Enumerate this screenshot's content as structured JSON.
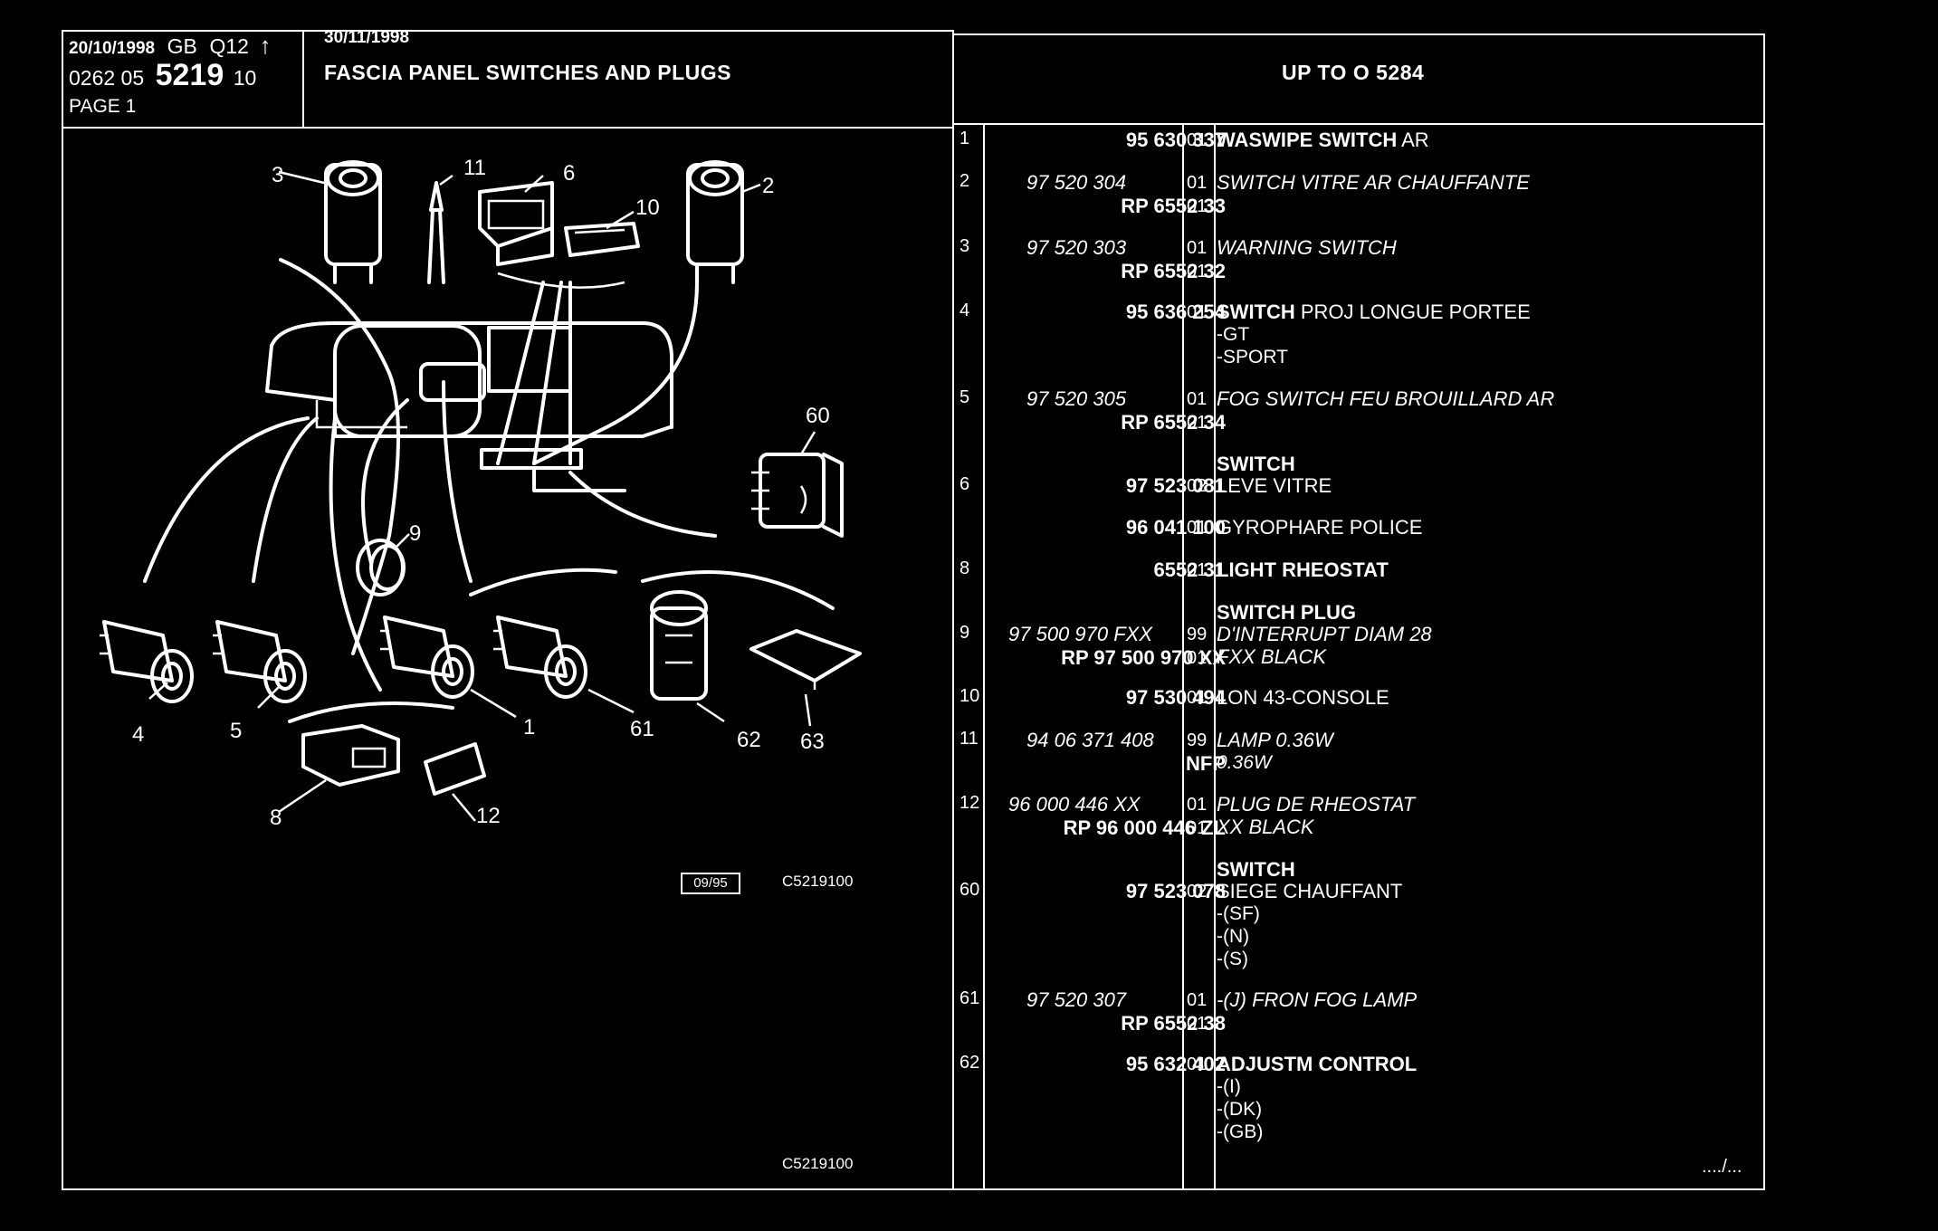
{
  "header": {
    "date1": "20/10/1998",
    "lang": "GB",
    "code": "Q12",
    "arrow": "↑",
    "date2": "30/11/1998",
    "ref_prefix": "0262 05",
    "ref_main": "5219",
    "ref_suffix": "10",
    "page": "PAGE 1",
    "title": "FASCIA PANEL SWITCHES AND PLUGS",
    "applicability": "UP TO O  5284"
  },
  "diagram": {
    "callouts": [
      "3",
      "11",
      "6",
      "10",
      "2",
      "60",
      "9",
      "4",
      "5",
      "1",
      "61",
      "62",
      "63",
      "8",
      "12"
    ],
    "box_label": "09/95",
    "ref_code": "C5219100",
    "bottom_code": "C5219100"
  },
  "parts": [
    {
      "num": "1",
      "pn": [
        "95 630 337"
      ],
      "qty": [
        "01"
      ],
      "desc": [
        {
          "b": "WASWIPE SWITCH",
          "t": " AR"
        }
      ]
    },
    {
      "num": "2",
      "pn": [
        "97 520 304",
        "RP  6552 33"
      ],
      "qty": [
        "01",
        "01"
      ],
      "desc": [
        {
          "i": "SWITCH VITRE AR CHAUFFANTE"
        }
      ]
    },
    {
      "num": "3",
      "pn": [
        "97 520 303",
        "RP  6552 32"
      ],
      "qty": [
        "01",
        "01"
      ],
      "desc": [
        {
          "i": "WARNING SWITCH"
        }
      ]
    },
    {
      "num": "4",
      "pn": [
        "95 636 254"
      ],
      "qty": [
        "01"
      ],
      "desc": [
        {
          "b": "SWITCH",
          "t": " PROJ LONGUE PORTEE"
        },
        {
          "t": "-GT"
        },
        {
          "t": "-SPORT"
        }
      ]
    },
    {
      "num": "5",
      "pn": [
        "97 520 305",
        "RP  6552 34"
      ],
      "qty": [
        "01",
        "01"
      ],
      "desc": [
        {
          "i": "FOG SWITCH FEU BROUILLARD AR"
        }
      ]
    },
    {
      "num": "6",
      "pn": [
        "97 523 081"
      ],
      "qty": [
        "02"
      ],
      "desc_pre": "SWITCH",
      "desc": [
        {
          "t": "LEVE VITRE"
        }
      ]
    },
    {
      "num": "",
      "pn": [
        "96 041 100"
      ],
      "qty": [
        "01"
      ],
      "desc": [
        {
          "t": "GYROPHARE POLICE"
        }
      ]
    },
    {
      "num": "8",
      "pn": [
        "6552 31"
      ],
      "qty": [
        "01"
      ],
      "desc": [
        {
          "b": "LIGHT RHEOSTAT"
        }
      ]
    },
    {
      "num": "9",
      "pn": [
        "97 500 970 FXX",
        "RP  97 500 970 XX"
      ],
      "qty": [
        "99",
        "01"
      ],
      "desc_pre": "SWITCH PLUG",
      "desc": [
        {
          "i": "D'INTERRUPT DIAM 28"
        },
        {
          "i": "FXX BLACK"
        }
      ]
    },
    {
      "num": "10",
      "pn": [
        "97 530 494"
      ],
      "qty": [
        "01"
      ],
      "desc": [
        {
          "t": "LON 43-CONSOLE"
        }
      ]
    },
    {
      "num": "11",
      "pn": [
        "94 06 371 408",
        "NFP"
      ],
      "qty": [
        "99"
      ],
      "desc": [
        {
          "i": "LAMP 0.36W"
        },
        {
          "i": "0.36W"
        }
      ]
    },
    {
      "num": "12",
      "pn": [
        "96 000 446 XX",
        "RP  96 000 446 ZL"
      ],
      "qty": [
        "01",
        "01"
      ],
      "desc": [
        {
          "i": "PLUG DE RHEOSTAT"
        },
        {
          "i": "XX BLACK"
        }
      ]
    },
    {
      "num": "60",
      "pn": [
        "97 523 078"
      ],
      "qty": [
        "02"
      ],
      "desc_pre": "SWITCH",
      "desc": [
        {
          "t": "SIEGE CHAUFFANT"
        },
        {
          "t": "-(SF)"
        },
        {
          "t": "-(N)"
        },
        {
          "t": "-(S)"
        }
      ]
    },
    {
      "num": "61",
      "pn": [
        "97 520 307",
        "RP  6552 38"
      ],
      "qty": [
        "01",
        "01"
      ],
      "desc": [
        {
          "i": "-(J) FRON FOG LAMP"
        }
      ]
    },
    {
      "num": "62",
      "pn": [
        "95 632 402"
      ],
      "qty": [
        "01"
      ],
      "desc": [
        {
          "b": "ADJUSTM CONTROL"
        },
        {
          "t": "-(I)"
        },
        {
          "t": "-(DK)"
        },
        {
          "t": "-(GB)"
        }
      ]
    }
  ],
  "footer": {
    "continued": "..../..."
  }
}
